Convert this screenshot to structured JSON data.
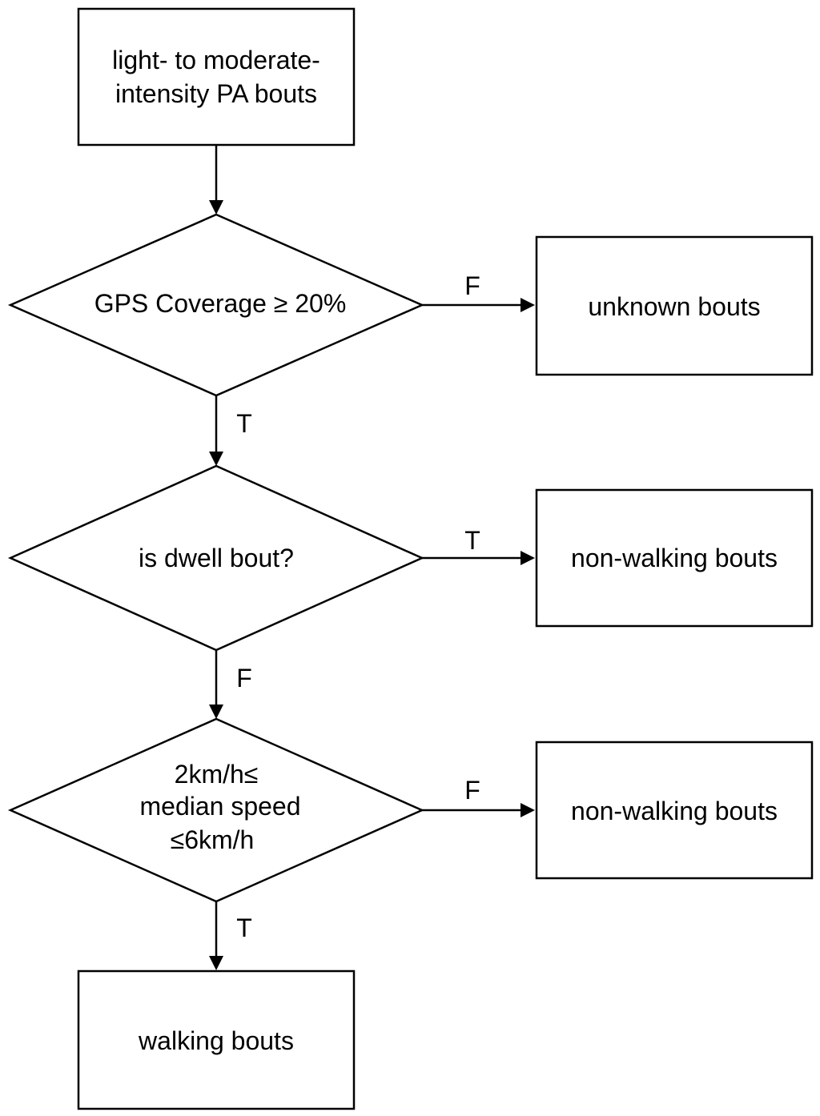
{
  "nodes": {
    "start": {
      "lines": [
        "light-  to moderate-",
        "intensity PA bouts"
      ]
    },
    "gps_decision": {
      "lines": [
        "GPS Coverage ≥ 20%"
      ]
    },
    "unknown": {
      "lines": [
        "unknown  bouts"
      ]
    },
    "dwell_decision": {
      "lines": [
        "is dwell  bout?"
      ]
    },
    "nonwalking_1": {
      "lines": [
        "non-walking  bouts"
      ]
    },
    "speed_decision": {
      "lines": [
        "2km/h≤",
        "median  speed",
        "≤6km/h"
      ]
    },
    "nonwalking_2": {
      "lines": [
        "non-walking  bouts"
      ]
    },
    "walking": {
      "lines": [
        "walking  bouts"
      ]
    }
  },
  "edges": {
    "gps_false": "F",
    "gps_true": "T",
    "dwell_true": "T",
    "dwell_false": "F",
    "speed_false": "F",
    "speed_true": "T"
  }
}
